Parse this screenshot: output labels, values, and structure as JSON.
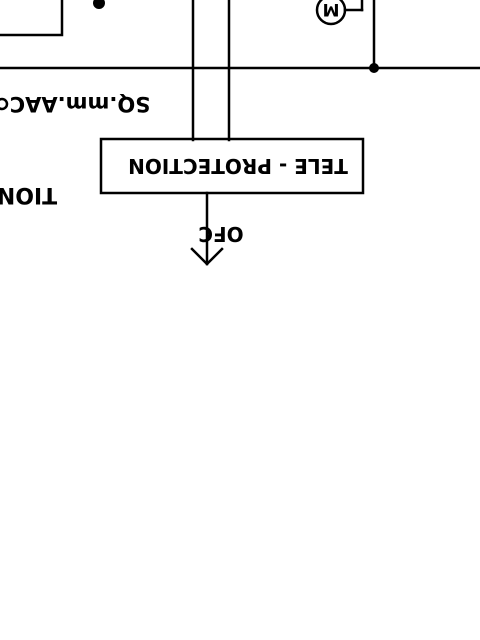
{
  "diagram": {
    "labels": {
      "conductor_spec": "SQ.mm.AAC",
      "cut_text": "TION",
      "box_label": "TELE - PROTECTION",
      "ofc_label": "OFC",
      "motor_symbol": "M"
    },
    "notes": {
      "orientation": "diagram text is shown mirrored/upside-down as in the source"
    }
  }
}
